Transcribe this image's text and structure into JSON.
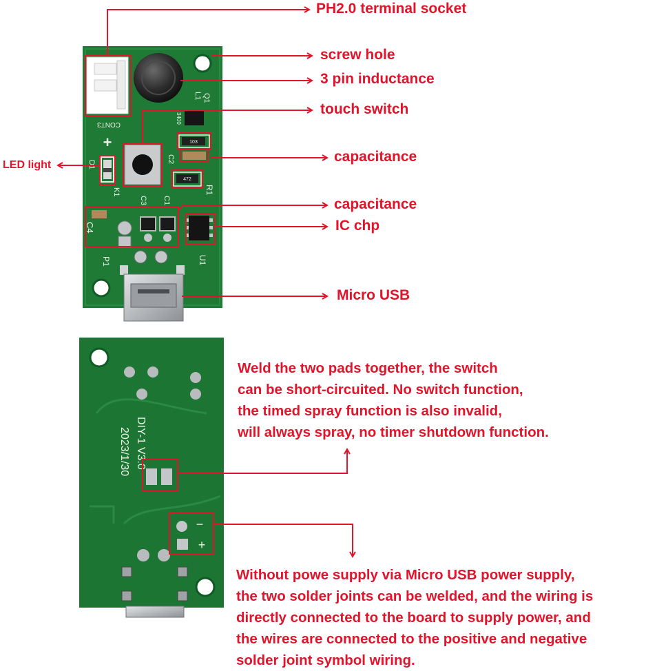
{
  "colors": {
    "annotation": "#e0142a",
    "pcb_green": "#1f7a36",
    "pcb_dark": "#0f5a25",
    "silkscreen": "#e9f3e6",
    "metal": "#b9bcbf"
  },
  "front_board": {
    "labels": {
      "ph20": "PH2.0 terminal socket",
      "screw_hole": "screw hole",
      "inductance": "3 pin inductance",
      "touch_switch": "touch switch",
      "capacitance_1": "capacitance",
      "led_light": "LED light",
      "capacitance_2": "capacitance",
      "ic_chip": "IC chp",
      "micro_usb": "Micro USB"
    },
    "silkscreen": {
      "cont3": "CONT3",
      "l1": "L1",
      "q1": "Q1",
      "plus": "+",
      "d1": "D1",
      "k1": "K1",
      "c3": "C3",
      "c1": "C1",
      "c2": "C2",
      "r1": "R1",
      "c4": "C4",
      "p1": "P1",
      "u1": "U1",
      "code_3400": "3400",
      "code_103": "103",
      "code_472": "472"
    }
  },
  "back_board": {
    "silkscreen": {
      "model": "DIY-1  V3.0",
      "date": "2023/1/30",
      "minus": "−",
      "plus": "+"
    },
    "note_switch_pads": [
      "Weld the two pads together, the switch",
      "can be short-circuited. No switch function,",
      "the timed spray function is also invalid,",
      "will always spray, no timer shutdown function."
    ],
    "note_power_pads": [
      "Without powe supply via Micro USB power supply,",
      "the two solder joints can be welded, and the wiring is",
      "directly connected to the board to supply power, and",
      "the wires are connected to the positive and negative",
      "solder joint symbol wiring."
    ]
  }
}
